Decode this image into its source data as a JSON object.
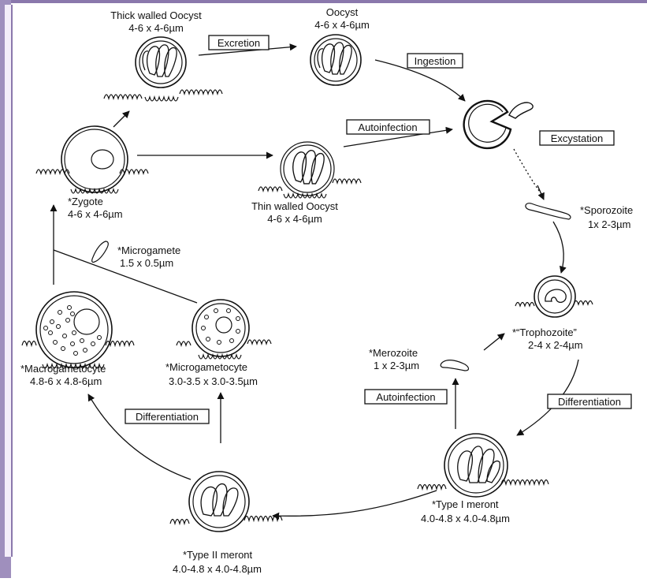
{
  "stages": {
    "thick_oocyst": {
      "name": "Thick walled Oocyst",
      "size": "4-6 x 4-6µm"
    },
    "oocyst": {
      "name": "Oocyst",
      "size": "4-6 x 4-6µm"
    },
    "thin_oocyst": {
      "name": "Thin walled Oocyst",
      "size": "4-6 x 4-6µm"
    },
    "zygote": {
      "name": "*Zygote",
      "size": "4-6 x 4-6µm"
    },
    "microgamete": {
      "name": "*Microgamete",
      "size": "1.5 x 0.5µm"
    },
    "sporozoite": {
      "name": "*Sporozoite",
      "size": "1x 2-3µm"
    },
    "trophozoite": {
      "name": "*“Trophozoite”",
      "size": "2-4 x 2-4µm"
    },
    "merozoite": {
      "name": "*Merozoite",
      "size": "1 x 2-3µm"
    },
    "macrogametocyte": {
      "name": "*Macrogametocyte",
      "size": "4.8-6 x 4.8-6µm"
    },
    "microgametocyte": {
      "name": "*Microgametocyte",
      "size": "3.0-3.5 x 3.0-3.5µm"
    },
    "type1_meront": {
      "name": "*Type I meront",
      "size": "4.0-4.8 x 4.0-4.8µm"
    },
    "type2_meront": {
      "name": "*Type II meront",
      "size": "4.0-4.8 x 4.0-4.8µm"
    }
  },
  "processes": {
    "excretion": "Excretion",
    "ingestion": "Ingestion",
    "autoinfection_top": "Autoinfection",
    "excystation": "Excystation",
    "differentiation_right": "Differentiation",
    "autoinfection_bottom": "Autoinfection",
    "differentiation_left": "Differentiation"
  }
}
